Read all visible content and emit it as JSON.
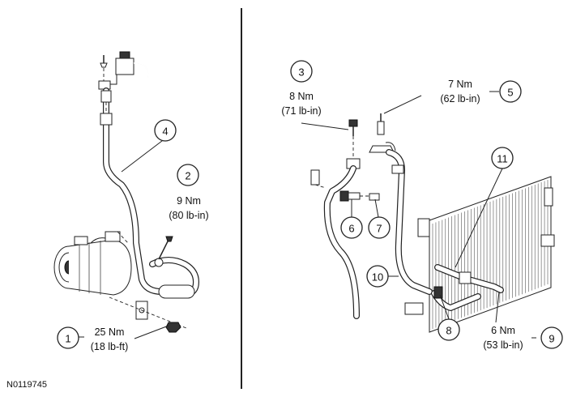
{
  "figure_id": "N0119745",
  "callouts": [
    {
      "id": "1",
      "number": "1",
      "torque_nm": "25 Nm",
      "torque_imperial": "(18 lb-ft)"
    },
    {
      "id": "2",
      "number": "2",
      "torque_nm": "9 Nm",
      "torque_imperial": "(80 lb-in)"
    },
    {
      "id": "3",
      "number": "3",
      "torque_nm": "8 Nm",
      "torque_imperial": "(71 lb-in)"
    },
    {
      "id": "4",
      "number": "4"
    },
    {
      "id": "5",
      "number": "5",
      "torque_nm": "7 Nm",
      "torque_imperial": "(62 lb-in)"
    },
    {
      "id": "6",
      "number": "6"
    },
    {
      "id": "7",
      "number": "7"
    },
    {
      "id": "8",
      "number": "8"
    },
    {
      "id": "9",
      "number": "9",
      "torque_nm": "6 Nm",
      "torque_imperial": "(53 lb-in)"
    },
    {
      "id": "10",
      "number": "10"
    },
    {
      "id": "11",
      "number": "11"
    }
  ],
  "colors": {
    "line": "#222222",
    "background": "#ffffff"
  }
}
